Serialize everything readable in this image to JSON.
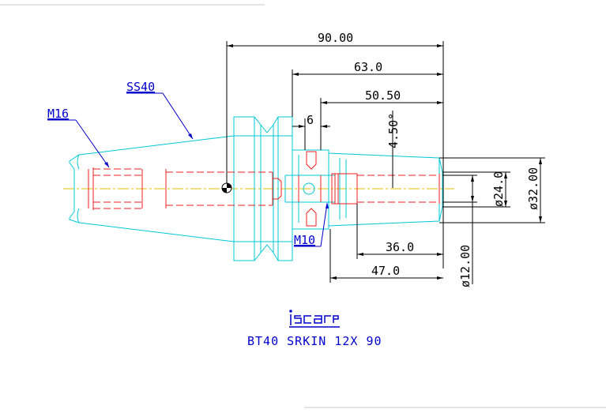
{
  "colors": {
    "body": "#00c8d8",
    "hidden_lines": "#ee2020",
    "dimensions": "#000000",
    "labels": "#0000cc",
    "centerline": "#e0c000"
  },
  "labels": {
    "taper": "SS40",
    "thread_rear": "M16",
    "thread_screw": "M10"
  },
  "dimensions": {
    "total_length": "90.00",
    "length_63": "63.0",
    "length_50": "50.50",
    "gap": "6",
    "angle": "4.50°",
    "diameter_24": "ø24.0",
    "diameter_32": "ø32.00",
    "diameter_12": "ø12.00",
    "length_36": "36.0",
    "length_47": "47.0"
  },
  "brand": {
    "logo": "iscar",
    "product_code": "BT40 SRKIN 12X 90"
  }
}
